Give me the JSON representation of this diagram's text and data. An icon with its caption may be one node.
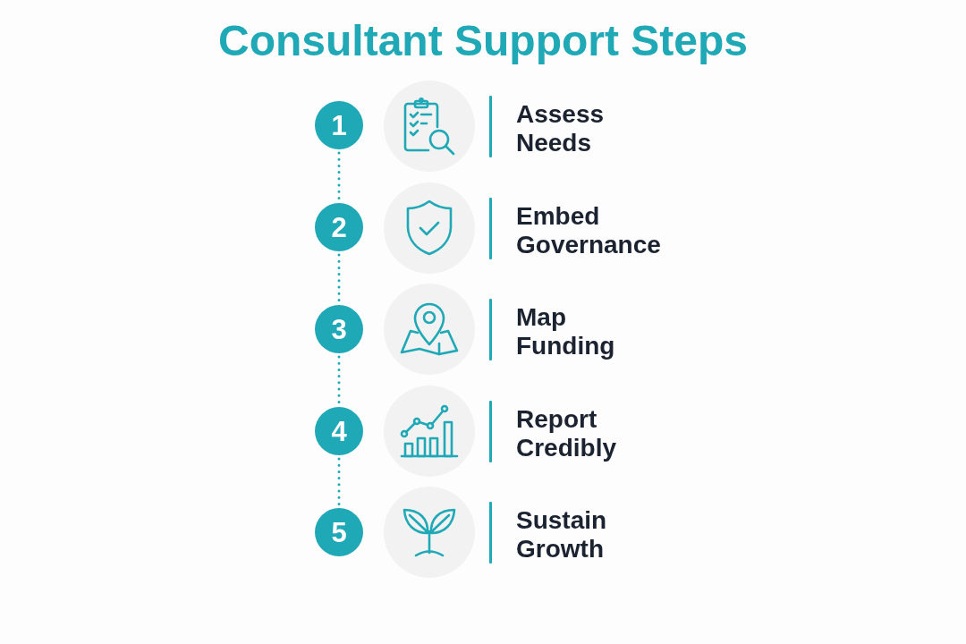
{
  "diagram": {
    "title": "Consultant Support Steps",
    "nodes": [
      {
        "text": [
          "1"
        ]
      },
      {
        "text": [],
        "shape": "picture",
        "beside": [
          "Assess Needs"
        ]
      },
      {
        "text": [
          "2"
        ]
      },
      {
        "text": [],
        "shape": "picture",
        "beside": [
          "Embed Governance"
        ]
      },
      {
        "text": [
          "3"
        ]
      },
      {
        "text": [],
        "shape": "picture",
        "beside": [
          "Map Funding"
        ]
      },
      {
        "text": [
          "4"
        ]
      },
      {
        "text": [],
        "shape": "picture",
        "beside": [
          "Report Credibly"
        ]
      },
      {
        "text": [
          "5"
        ]
      },
      {
        "text": [],
        "shape": "picture",
        "beside": [
          "Sustain Growth"
        ]
      }
    ],
    "edges": [
      {
        "from": 0,
        "to": 2,
        "arrow": "none",
        "style": "dashed"
      },
      {
        "from": 2,
        "to": 4,
        "arrow": "none",
        "style": "dashed"
      },
      {
        "from": 4,
        "to": 6,
        "arrow": "none",
        "style": "dashed"
      },
      {
        "from": 6,
        "to": 8,
        "arrow": "none",
        "style": "dashed"
      }
    ]
  }
}
